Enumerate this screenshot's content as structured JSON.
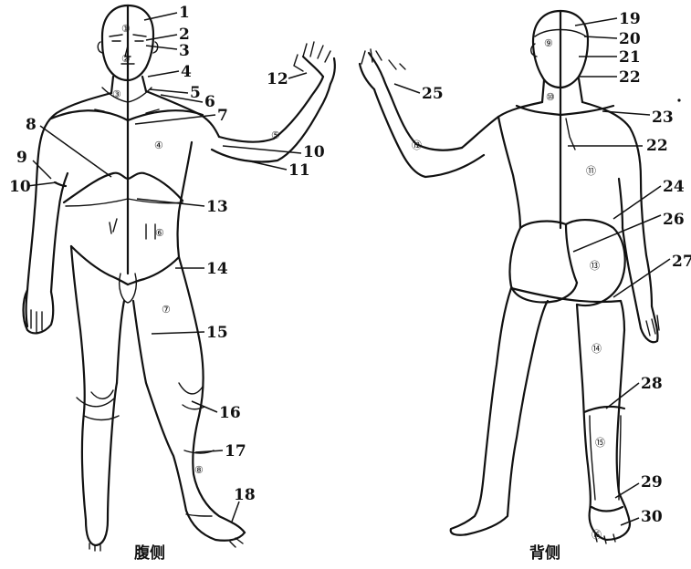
{
  "captions": {
    "front": "腹侧",
    "back": "背侧"
  },
  "front_labels": [
    "1",
    "2",
    "3",
    "4",
    "5",
    "6",
    "7",
    "8",
    "9",
    "10",
    "11",
    "10",
    "12",
    "13",
    "14",
    "15",
    "16",
    "17",
    "18"
  ],
  "back_labels": [
    "19",
    "20",
    "21",
    "22",
    "23",
    "22",
    "24",
    "25",
    "26",
    "27",
    "28",
    "29",
    "30"
  ],
  "front_regions": [
    "①",
    "②",
    "③",
    "④",
    "⑤",
    "⑥",
    "⑦",
    "⑧"
  ],
  "back_regions": [
    "⑨",
    "⑩",
    "⑪",
    "⑫",
    "⑬",
    "⑭",
    "⑮",
    "⑯"
  ]
}
